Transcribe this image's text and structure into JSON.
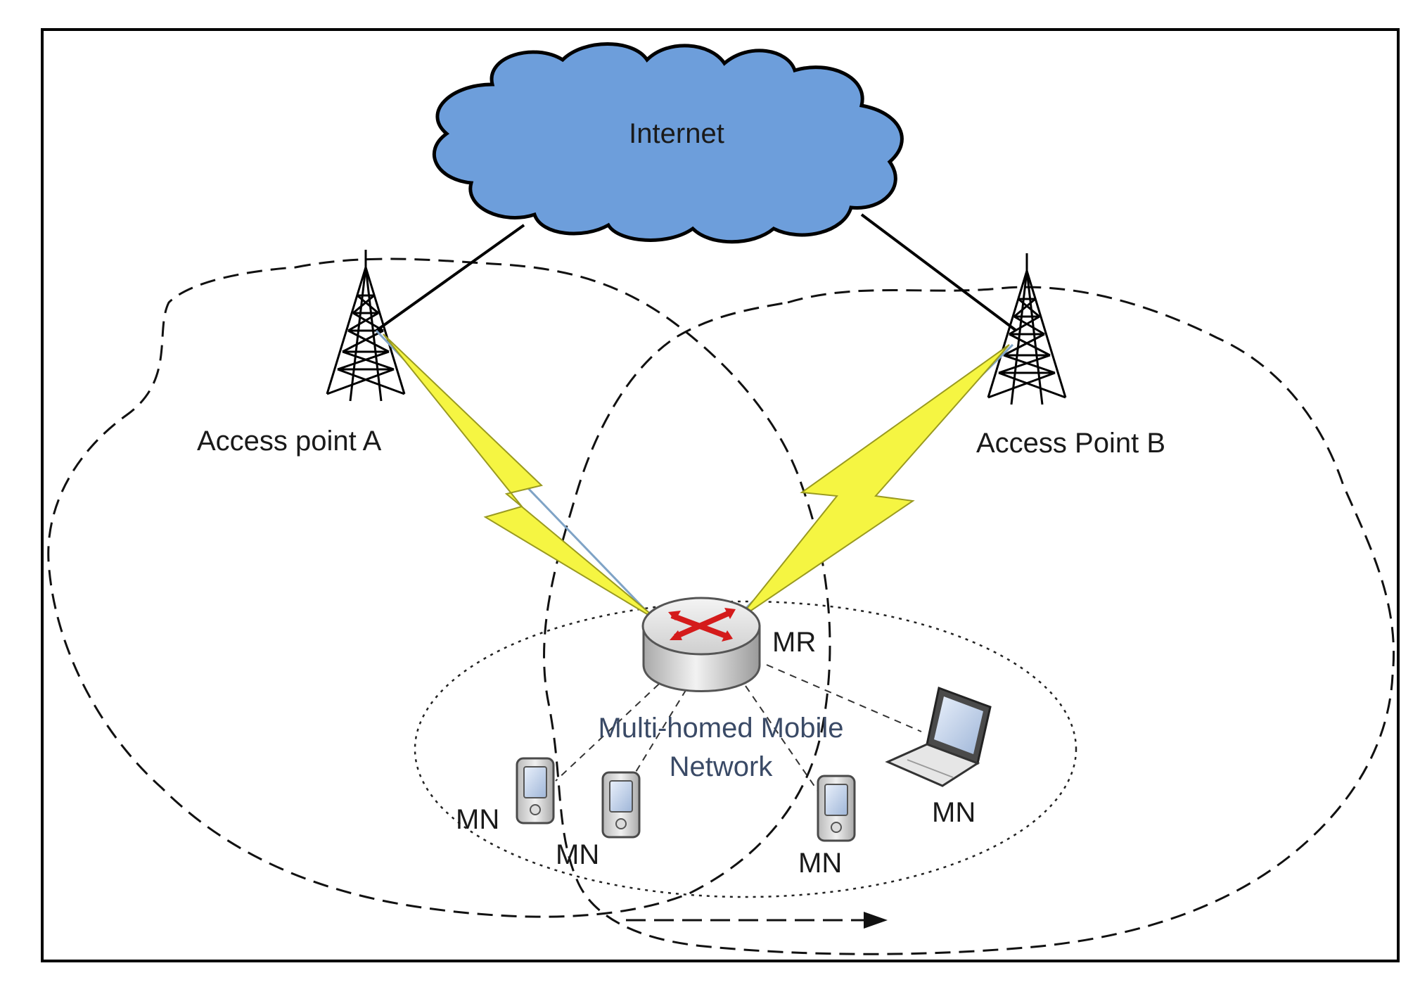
{
  "labels": {
    "internet": "Internet",
    "access_point_a": "Access point A",
    "access_point_b": "Access Point B",
    "mobile_router": "MR",
    "network_line1": "Multi-homed Mobile",
    "network_line2": "Network",
    "mn_1": "MN",
    "mn_2": "MN",
    "mn_3": "MN",
    "mn_4": "MN"
  },
  "icons": [
    "cloud-icon",
    "antenna-tower-icon",
    "lightning-bolt-icon",
    "router-icon",
    "pda-icon",
    "laptop-icon",
    "arrow-right-icon"
  ],
  "colors": {
    "cloud_fill": "#6d9edb",
    "bolt_fill": "#f5f542",
    "router_arrow": "#d41b1b",
    "link_line": "#000000"
  }
}
